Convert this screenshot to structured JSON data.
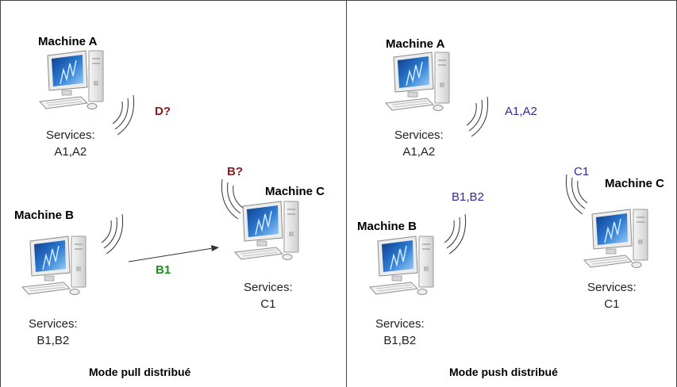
{
  "pull_panel": {
    "caption": "Mode pull distribué",
    "machine_a": {
      "title": "Machine A",
      "services_label": "Services:",
      "services": "A1,A2",
      "query": "D?"
    },
    "machine_b": {
      "title": "Machine B",
      "services_label": "Services:",
      "services": "B1,B2",
      "reply": "B1"
    },
    "machine_c": {
      "title": "Machine C",
      "services_label": "Services:",
      "services": "C1",
      "query": "B?"
    }
  },
  "push_panel": {
    "caption": "Mode push distribué",
    "machine_a": {
      "title": "Machine A",
      "services_label": "Services:",
      "services": "A1,A2",
      "announce": "A1,A2"
    },
    "machine_b": {
      "title": "Machine B",
      "services_label": "Services:",
      "services": "B1,B2",
      "announce": "B1,B2"
    },
    "machine_c": {
      "title": "Machine C",
      "services_label": "Services:",
      "services": "C1",
      "announce": "C1"
    }
  },
  "colors": {
    "query": "#8b1a1a",
    "reply": "#1f8f1f",
    "announce": "#2b2b9a",
    "screen": "#1e5fb0",
    "case": "#e9e9e9"
  },
  "icons": [
    "computer-icon",
    "signal-waves-icon",
    "arrow-icon"
  ]
}
